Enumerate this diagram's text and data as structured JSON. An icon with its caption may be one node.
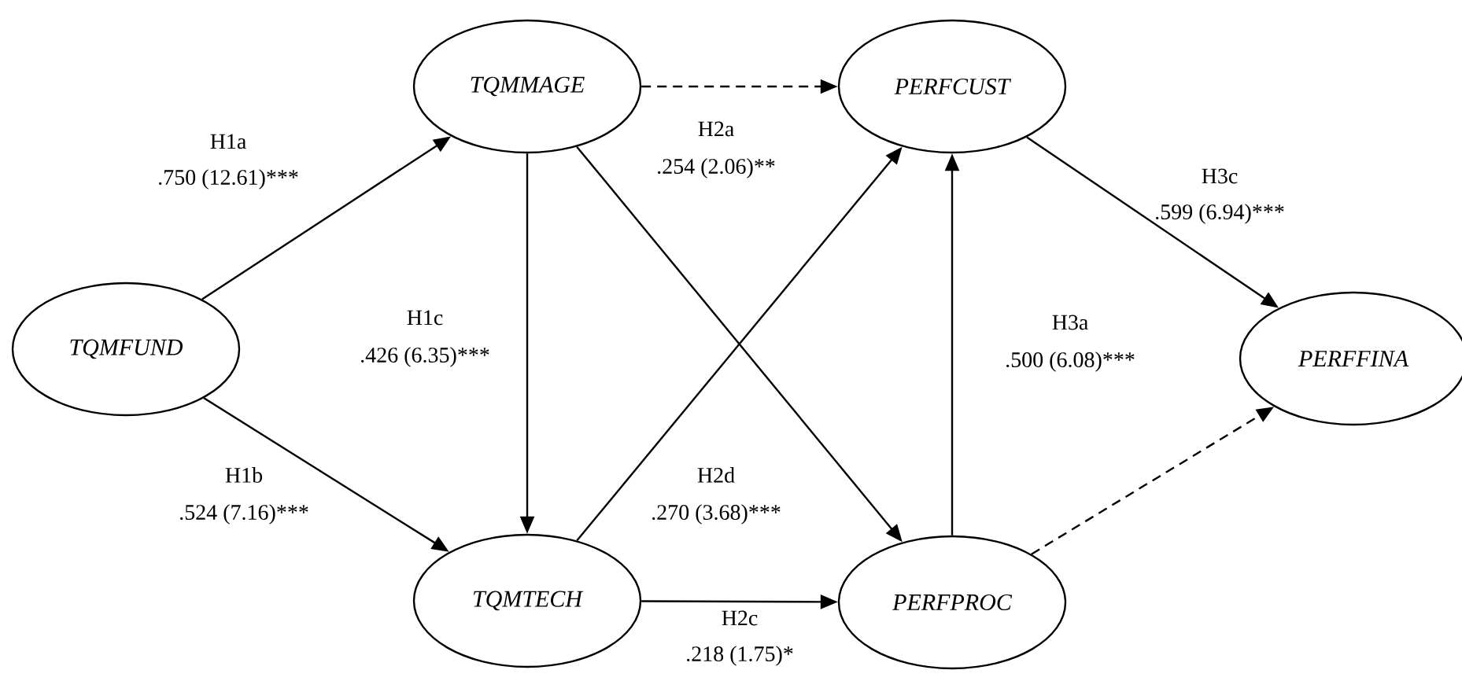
{
  "diagram": {
    "nodes": [
      {
        "text": [
          "TQMMAGE"
        ]
      },
      {
        "text": [
          "PERFCUST"
        ]
      },
      {
        "text": [
          "TQMFUND"
        ]
      },
      {
        "text": [
          "PERFFINA"
        ]
      },
      {
        "text": [
          "TQMTECH"
        ]
      },
      {
        "text": [
          "PERFPROC"
        ]
      }
    ],
    "edges": [
      {
        "from": 2,
        "to": 0,
        "arrow": "to",
        "label": "H1a"
      },
      {
        "from": 0,
        "to": 1,
        "arrow": "to",
        "style": "dashed"
      },
      {
        "from": 0,
        "to": 5,
        "arrow": "to",
        "label": "H2a"
      },
      {
        "from": 1,
        "to": 3,
        "arrow": "to",
        "label": "H3c"
      },
      {
        "from": 0,
        "to": 4,
        "arrow": "to",
        "label": "H1c"
      },
      {
        "from": 5,
        "to": 1,
        "arrow": "to",
        "label": "H3a"
      },
      {
        "from": 2,
        "to": 4,
        "arrow": "to",
        "label": "H1b"
      },
      {
        "from": 4,
        "to": 1,
        "arrow": "to",
        "label": "H2d"
      },
      {
        "from": 5,
        "to": 3,
        "arrow": "to",
        "style": "dashed"
      },
      {
        "from": 4,
        "to": 5,
        "arrow": "to",
        "label": "H2c"
      }
    ],
    "labels": [
      ".750 (12.61)***",
      ".254 (2.06)**",
      ".599 (6.94)***",
      ".426 (6.35)***",
      ".500 (6.08)***",
      ".524 (7.16)***",
      ".270 (3.68)***",
      ".218 (1.75)*"
    ]
  }
}
